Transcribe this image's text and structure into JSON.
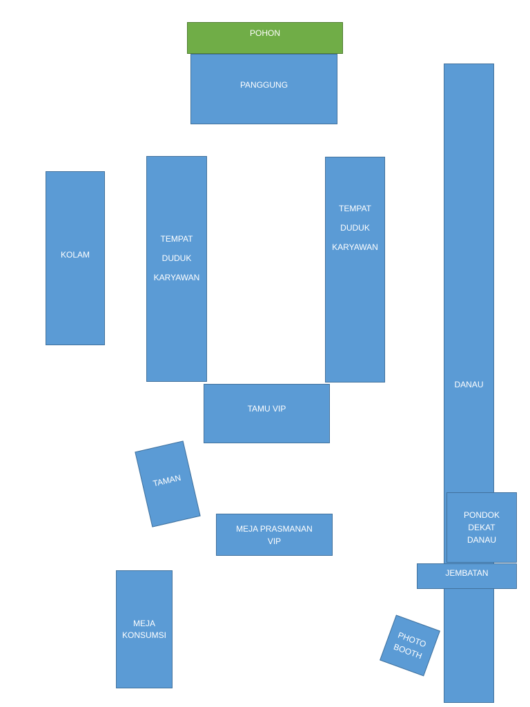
{
  "layout_plan": {
    "areas": {
      "pohon": "POHON",
      "panggung": "PANGGUNG",
      "kolam": "KOLAM",
      "tempat_duduk_1": "TEMPAT\nDUDUK\nKARYAWAN",
      "tempat_duduk_2": "TEMPAT\nDUDUK\nKARYAWAN",
      "danau": "DANAU",
      "tamu_vip": "TAMU VIP",
      "taman": "TAMAN",
      "meja_prasmanan_vip": "MEJA PRASMANAN\nVIP",
      "meja_konsumsi": "MEJA\nKONSUMSI",
      "pondok_dekat_danau": "PONDOK\nDEKAT\nDANAU",
      "jembatan": "JEMBATAN",
      "photo_booth": "PHOTO\nBOOTH"
    }
  },
  "colors": {
    "area_fill": "#5b9bd5",
    "area_border": "#41719c",
    "tree_fill": "#70ad47",
    "text": "#ffffff"
  }
}
